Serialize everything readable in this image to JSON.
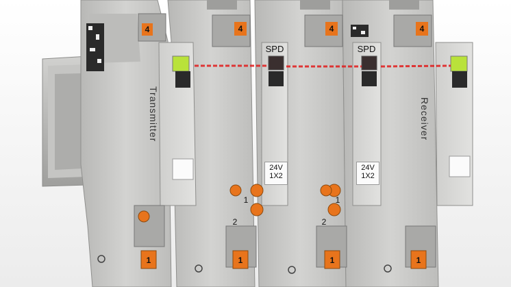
{
  "modules": {
    "transmitter": {
      "name": "Transmitter"
    },
    "receiver": {
      "name": "Receiver"
    },
    "spd_left": {
      "label": "SPD",
      "voltage": "24V",
      "config": "1X2"
    },
    "spd_right": {
      "label": "SPD",
      "voltage": "24V",
      "config": "1X2"
    }
  },
  "terminals": {
    "top_numbers": [
      "4",
      "4",
      "4",
      "4"
    ],
    "bottom_numbers": [
      "1",
      "1",
      "1",
      "1"
    ],
    "spd_left_marks": [
      "1",
      "2"
    ],
    "spd_right_marks": [
      "1",
      "2"
    ]
  },
  "colors": {
    "housing": "#c9c9c7",
    "housing_dark": "#a7a7a5",
    "terminal_orange": "#e8741c",
    "laser": "#e21b1b",
    "led_green": "#b9e23a",
    "din_rail": "#b7b7b5"
  }
}
